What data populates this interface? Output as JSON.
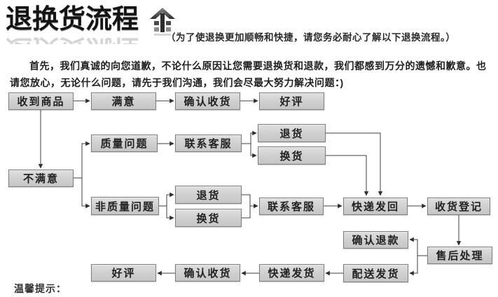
{
  "header": {
    "title": "退换货流程",
    "logo_icon": "house-arrow-icon",
    "subtitle": "（为了使退换更加顺畅和快捷，请您务必耐心了解以下退换流程。）"
  },
  "intro": "首先，我们真诚的向您道歉，不论什么原因让您需要退换货和退款，我们都感到万分的遗憾和歉意。也请您放心，无论什么问题，请先于我们沟通，我们会尽最大努力解决问题：)",
  "flow": {
    "nodes": [
      {
        "id": "received-goods",
        "label": "收到商品"
      },
      {
        "id": "satisfied",
        "label": "满意"
      },
      {
        "id": "confirm-receipt",
        "label": "确认收货"
      },
      {
        "id": "good-review",
        "label": "好评"
      },
      {
        "id": "quality-issue",
        "label": "质量问题"
      },
      {
        "id": "contact-service",
        "label": "联系客服"
      },
      {
        "id": "return-goods-a",
        "label": "退货"
      },
      {
        "id": "exchange-goods-a",
        "label": "换货"
      },
      {
        "id": "unsatisfied",
        "label": "不满意"
      },
      {
        "id": "non-quality-issue",
        "label": "非质量问题"
      },
      {
        "id": "return-goods-b",
        "label": "退货"
      },
      {
        "id": "exchange-goods-b",
        "label": "换货"
      },
      {
        "id": "contact-service-b",
        "label": "联系客服"
      },
      {
        "id": "express-return",
        "label": "快递发回"
      },
      {
        "id": "receipt-registration",
        "label": "收货登记"
      },
      {
        "id": "confirm-refund",
        "label": "确认退款"
      },
      {
        "id": "after-sales-processing",
        "label": "售后处理"
      },
      {
        "id": "dispatch-goods",
        "label": "配送发货"
      },
      {
        "id": "express-delivery",
        "label": "快递发货"
      },
      {
        "id": "confirm-receipt-b",
        "label": "确认收货"
      },
      {
        "id": "good-review-b",
        "label": "好评"
      }
    ],
    "edges": [
      {
        "from": "received-goods",
        "to": "satisfied"
      },
      {
        "from": "satisfied",
        "to": "confirm-receipt"
      },
      {
        "from": "confirm-receipt",
        "to": "good-review"
      },
      {
        "from": "received-goods",
        "to": "unsatisfied"
      },
      {
        "from": "unsatisfied",
        "to": "quality-issue"
      },
      {
        "from": "unsatisfied",
        "to": "non-quality-issue"
      },
      {
        "from": "quality-issue",
        "to": "contact-service"
      },
      {
        "from": "contact-service",
        "to": "return-goods-a"
      },
      {
        "from": "contact-service",
        "to": "exchange-goods-a"
      },
      {
        "from": "return-goods-a",
        "to": "express-return"
      },
      {
        "from": "exchange-goods-a",
        "to": "express-return"
      },
      {
        "from": "non-quality-issue",
        "to": "return-goods-b"
      },
      {
        "from": "non-quality-issue",
        "to": "exchange-goods-b"
      },
      {
        "from": "return-goods-b",
        "to": "contact-service-b"
      },
      {
        "from": "exchange-goods-b",
        "to": "contact-service-b"
      },
      {
        "from": "contact-service-b",
        "to": "express-return"
      },
      {
        "from": "express-return",
        "to": "receipt-registration"
      },
      {
        "from": "receipt-registration",
        "to": "after-sales-processing"
      },
      {
        "from": "after-sales-processing",
        "to": "confirm-refund"
      },
      {
        "from": "after-sales-processing",
        "to": "dispatch-goods"
      },
      {
        "from": "dispatch-goods",
        "to": "express-delivery"
      },
      {
        "from": "express-delivery",
        "to": "confirm-receipt-b"
      },
      {
        "from": "confirm-receipt-b",
        "to": "good-review-b"
      }
    ]
  },
  "footer": {
    "note_label": "温馨提示："
  },
  "colors": {
    "background": "#ffffff",
    "title_text": "#141414",
    "subtitle_text": "#2b2b2b",
    "body_text": "#1e1e1e",
    "box_fill_top": "#dfdfdf",
    "box_fill_bottom": "#c6c6c6",
    "box_border": "#7e7e7e",
    "box_text": "#222222",
    "connector_line": "#3f3f3f"
  }
}
